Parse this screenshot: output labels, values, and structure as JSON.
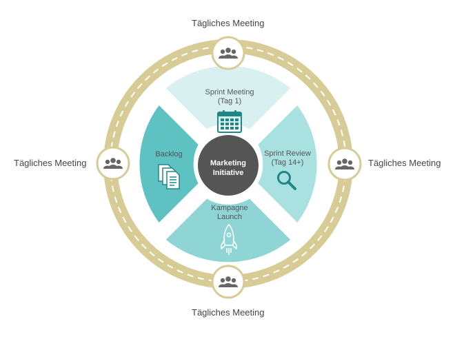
{
  "center": {
    "line1": "Marketing",
    "line2": "Initiative"
  },
  "segments": {
    "top": {
      "line1": "Sprint Meeting",
      "line2": "(Tag 1)",
      "icon": "calendar-icon"
    },
    "right": {
      "line1": "Sprint Review",
      "line2": "(Tag 14+)",
      "icon": "magnifier-icon"
    },
    "bottom": {
      "line1": "Kampagne",
      "line2": "Launch",
      "icon": "rocket-icon"
    },
    "left": {
      "line1": "Backlog",
      "icon": "documents-icon"
    }
  },
  "meetings": {
    "top": "Tägliches Meeting",
    "right": "Tägliches Meeting",
    "bottom": "Tägliches Meeting",
    "left": "Tägliches Meeting",
    "icon": "people-group-icon"
  },
  "colors": {
    "track": "#d8cc96",
    "track_dash": "#ffffff",
    "segment_top": "#d9f0f0",
    "segment_right": "#a9e0e0",
    "segment_bottom": "#8fd5d5",
    "segment_left": "#5ec2c2",
    "center": "#555555",
    "icon": "#1e8787",
    "people_icon": "#666666"
  }
}
